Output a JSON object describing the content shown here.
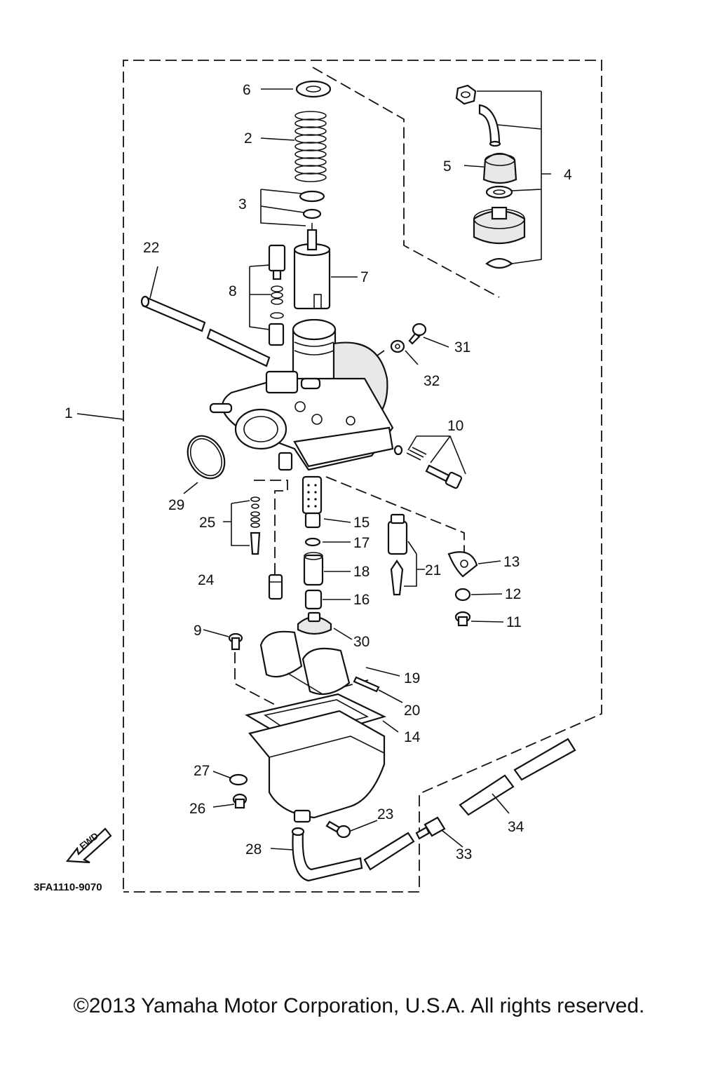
{
  "diagram_code": "3FA1110-9070",
  "fwd_label": "FWD",
  "copyright": "©2013 Yamaha Motor Corporation, U.S.A. All rights reserved.",
  "callouts": {
    "c1": "1",
    "c2": "2",
    "c3": "3",
    "c4": "4",
    "c5": "5",
    "c6": "6",
    "c7": "7",
    "c8": "8",
    "c9": "9",
    "c10": "10",
    "c11": "11",
    "c12": "12",
    "c13": "13",
    "c14": "14",
    "c15": "15",
    "c16": "16",
    "c17": "17",
    "c18": "18",
    "c19": "19",
    "c20": "20",
    "c21": "21",
    "c22": "22",
    "c23": "23",
    "c24": "24",
    "c25": "25",
    "c26": "26",
    "c27": "27",
    "c28": "28",
    "c29": "29",
    "c30": "30",
    "c31": "31",
    "c32": "32",
    "c33": "33",
    "c34": "34"
  }
}
